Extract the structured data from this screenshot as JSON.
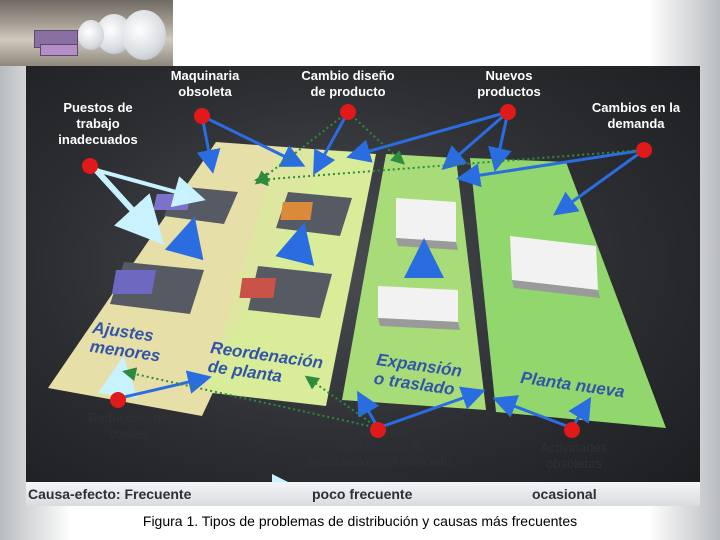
{
  "diagram": {
    "causes_top": {
      "maquinaria": "Maquinaria\nobsoleta",
      "cambio_diseno": "Cambio diseño\nde producto",
      "nuevos_productos": "Nuevos\nproductos",
      "puestos": "Puestos de\ntrabajo\ninadecuados",
      "cambios_demanda": "Cambios en la\ndemanda"
    },
    "zones": {
      "ajustes": "Ajustes\nmenores",
      "reordenacion": "Reordenación\nde planta",
      "expansion": "Expansión\no traslado",
      "planta_nueva": "Planta nueva"
    },
    "causes_bottom": {
      "reduccion": "Reducción de\ncostes",
      "localizacion": "Cambios en la\nlocalización del mercado",
      "actividades": "Actividades\nobsoletas"
    },
    "legend": {
      "title": "Causa-efecto: Frecuente",
      "poco": "poco frecuente",
      "ocasional": "ocasional"
    },
    "colors": {
      "node": "#e0191b",
      "frequent_arrow": "#c8f2ff",
      "mid_arrow": "#2a6de0",
      "rare_arrow": "#2e8a3c",
      "zone1": "#e7dfa8",
      "zone2": "#d8ec9a",
      "zone3": "#a8dc78",
      "zone4": "#92d66e"
    }
  },
  "caption": "Figura 1. Tipos de problemas de distribución y causas más frecuentes"
}
